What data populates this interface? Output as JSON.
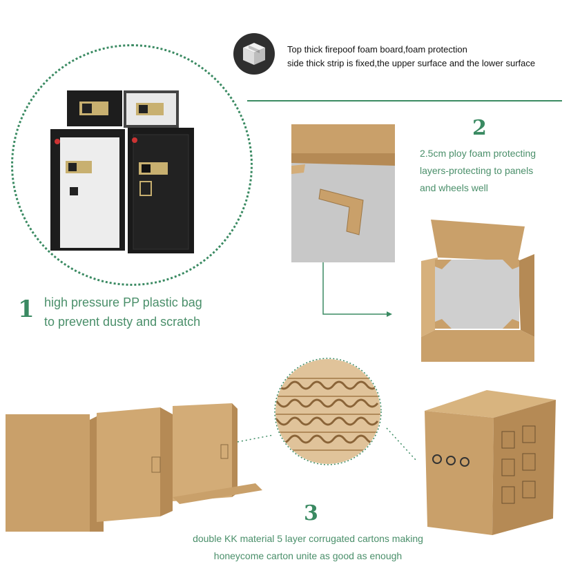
{
  "top_note": {
    "line1": "Top thick firepoof foam board,foam protection",
    "line2": "side thick strip is fixed,the upper surface and the lower surface",
    "icon": "box-icon"
  },
  "step1": {
    "number": "1",
    "line1": "high pressure PP plastic bag",
    "line2": "to prevent dusty and scratch"
  },
  "step2": {
    "number": "2",
    "line1": "2.5cm ploy foam protecting",
    "line2": "layers-protecting to panels",
    "line3": "and wheels well"
  },
  "step3": {
    "number": "3",
    "line1": "double KK material 5 layer corrugated cartons making",
    "line2": "honeycome carton unite as good as enough"
  },
  "colors": {
    "accent_green": "#3a8a62",
    "text_green": "#4a8f6a",
    "cardboard": "#c9a06a"
  }
}
